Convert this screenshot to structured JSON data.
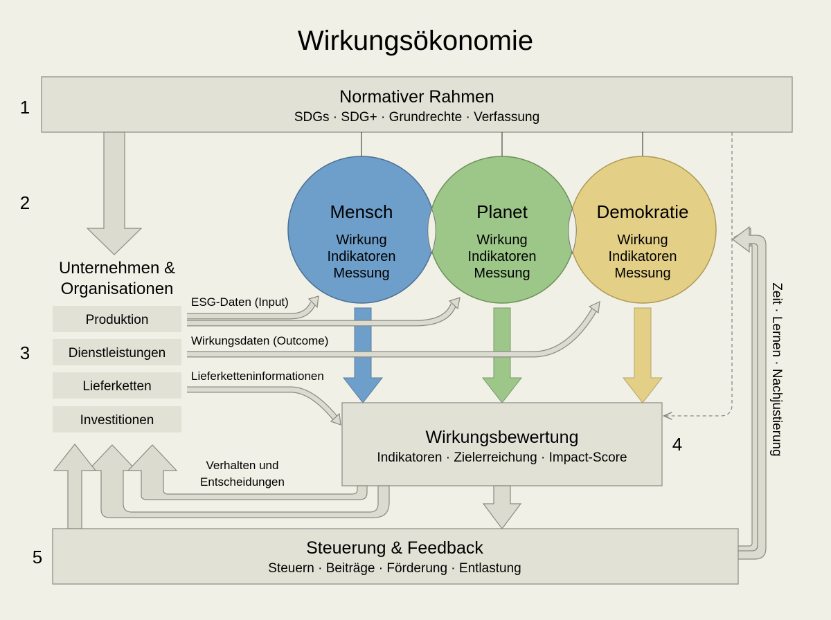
{
  "title": "Wirkungsökonomie",
  "frame": {
    "title": "Normativer Rahmen",
    "subtitle": "SDGs · SDG+ · Grundrechte · Verfassung"
  },
  "levels": [
    "1",
    "2",
    "3",
    "4",
    "5"
  ],
  "circles": [
    {
      "title": "Mensch",
      "items": [
        "Wirkung",
        "Indikatoren",
        "Messung"
      ],
      "color": "#6e9fca"
    },
    {
      "title": "Planet",
      "items": [
        "Wirkung",
        "Indikatoren",
        "Messung"
      ],
      "color": "#9dc689"
    },
    {
      "title": "Demokratie",
      "items": [
        "Wirkung",
        "Indikatoren",
        "Messung"
      ],
      "color": "#e3cf86"
    }
  ],
  "organizations": {
    "title_line1": "Unternehmen &",
    "title_line2": "Organisationen",
    "items": [
      "Produktion",
      "Dienstleistungen",
      "Lieferketten",
      "Investitionen"
    ]
  },
  "flows": {
    "esg": "ESG-Daten (Input)",
    "outcome": "Wirkungsdaten (Outcome)",
    "supply": "Lieferketteninformationen",
    "behavior_line1": "Verhalten und",
    "behavior_line2": "Entscheidungen"
  },
  "evaluation": {
    "title": "Wirkungsbewertung",
    "subtitle": "Indikatoren · Zielerreichung · Impact-Score"
  },
  "control": {
    "title": "Steuerung & Feedback",
    "subtitle": "Steuern · Beiträge · Förderung · Entlastung"
  },
  "loop_label": "Zeit · Lernen · Nachjustierung",
  "colors": {
    "background": "#f1f0e6",
    "box": "#e2e1d6",
    "arrow": "#dcdbd0",
    "mensch": "#6e9fca",
    "planet": "#9dc689",
    "demokratie": "#e3cf86"
  }
}
